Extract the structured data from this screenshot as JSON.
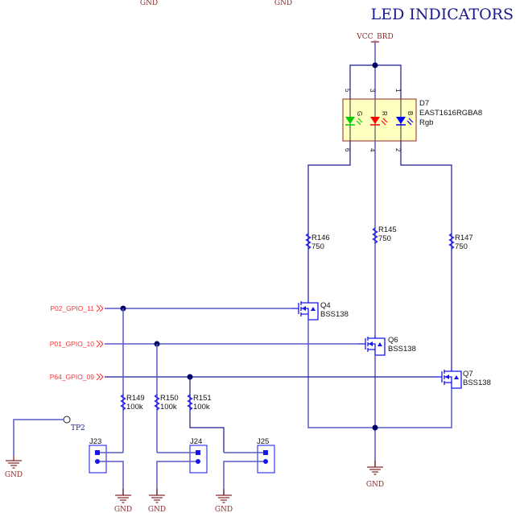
{
  "title": "LED INDICATORS",
  "power": {
    "vcc": "VCC_BRD",
    "gnd": "GND"
  },
  "led": {
    "ref": "D7",
    "part": "EAST1616RGBA8",
    "value": "Rgb",
    "colors": {
      "green": "#00cc00",
      "red": "#ff0000",
      "blue": "#0000ff"
    },
    "channel_letters": [
      "G",
      "R",
      "B"
    ],
    "pins_top": [
      "5",
      "3",
      "1"
    ],
    "pins_bottom": [
      "6",
      "4",
      "2"
    ]
  },
  "resistors_led": [
    {
      "ref": "R146",
      "value": "750"
    },
    {
      "ref": "R145",
      "value": "750"
    },
    {
      "ref": "R147",
      "value": "750"
    }
  ],
  "transistors": [
    {
      "ref": "Q4",
      "part": "BSS138"
    },
    {
      "ref": "Q6",
      "part": "BSS138"
    },
    {
      "ref": "Q7",
      "part": "BSS138"
    }
  ],
  "nets": [
    "P02_GPIO_11",
    "P01_GPIO_10",
    "P64_GPIO_09"
  ],
  "resistors_pd": [
    {
      "ref": "R149",
      "value": "100k"
    },
    {
      "ref": "R150",
      "value": "100k"
    },
    {
      "ref": "R151",
      "value": "100k"
    }
  ],
  "jumpers": [
    "J23",
    "J24",
    "J25"
  ],
  "testpoint": "TP2"
}
